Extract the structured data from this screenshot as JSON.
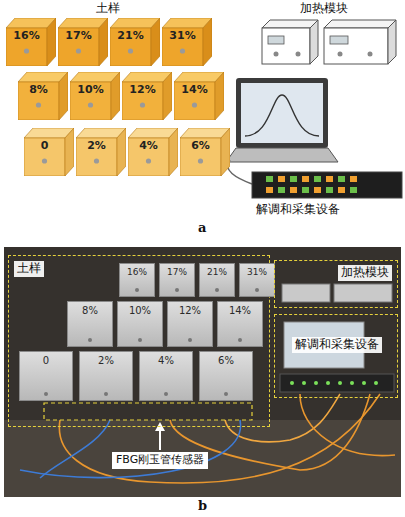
{
  "diagram": {
    "nodes": [
      {
        "text": [
          "16%"
        ]
      },
      {
        "text": [
          "17%"
        ]
      },
      {
        "text": [
          "21%"
        ]
      },
      {
        "text": [
          "31%"
        ]
      },
      {
        "text": [
          "8%"
        ]
      },
      {
        "text": [
          "10%"
        ]
      },
      {
        "text": [
          "12%"
        ]
      },
      {
        "text": [
          "14%"
        ]
      },
      {
        "text": [
          "0"
        ]
      },
      {
        "text": [
          "2%"
        ]
      },
      {
        "text": [
          "4%"
        ]
      },
      {
        "text": [
          "6%"
        ]
      },
      {
        "text": [
          "土样"
        ]
      },
      {
        "text": [
          "16%"
        ],
        "in": 12
      },
      {
        "text": [
          "17%"
        ],
        "in": 12
      },
      {
        "text": [
          "21%"
        ],
        "in": 12
      },
      {
        "text": [
          "31%"
        ],
        "in": 12
      },
      {
        "text": [
          "8%"
        ],
        "in": 12
      },
      {
        "text": [
          "10%"
        ],
        "in": 12
      },
      {
        "text": [
          "12%"
        ],
        "in": 12
      },
      {
        "text": [
          "14%"
        ],
        "in": 12
      },
      {
        "text": [
          "0"
        ],
        "in": 12
      },
      {
        "text": [
          "2%"
        ],
        "in": 12
      },
      {
        "text": [
          "4%"
        ],
        "in": 12
      },
      {
        "text": [
          "6%"
        ],
        "in": 12
      },
      {
        "text": [
          "加热模块"
        ]
      },
      {
        "text": [
          "解调和采集设备"
        ]
      }
    ],
    "labels": [
      "土样",
      "加热模块",
      "解调和采集设备",
      "a",
      "FBG刚玉管传感器",
      "b"
    ]
  }
}
